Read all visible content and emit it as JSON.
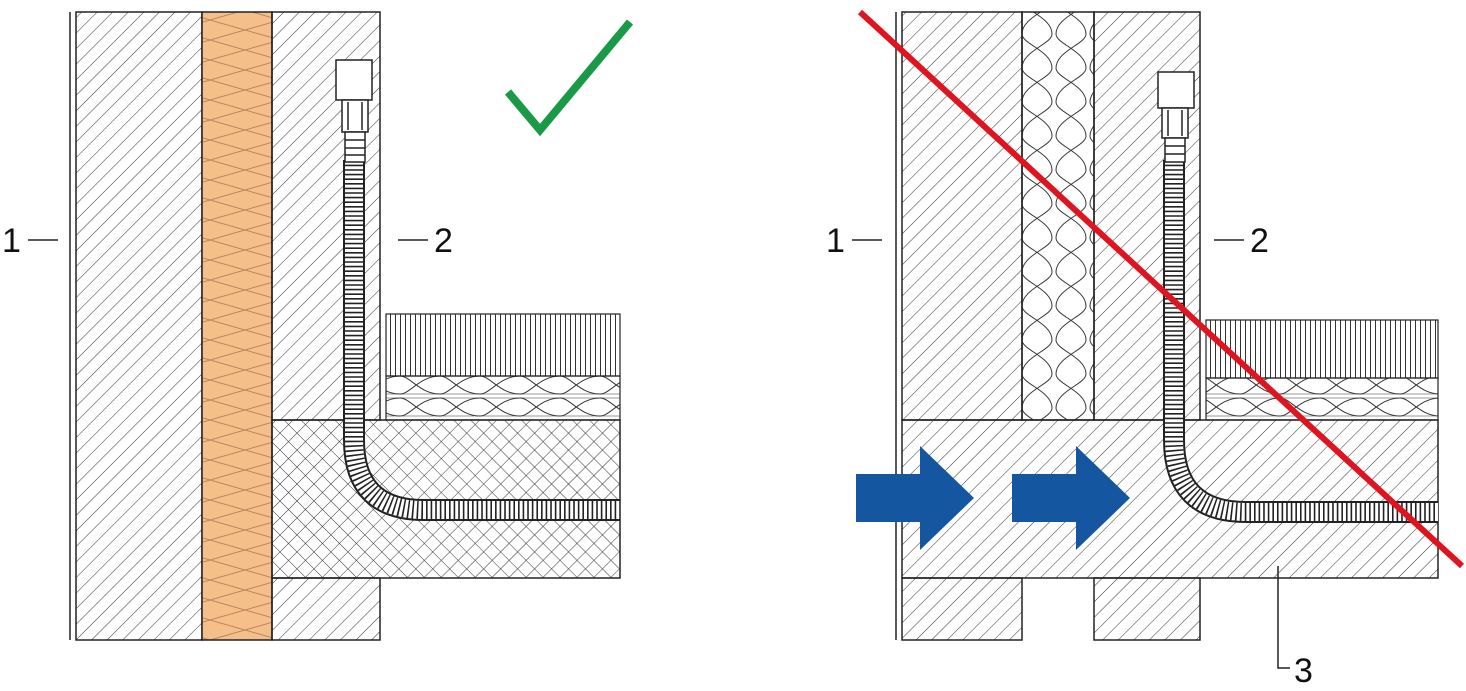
{
  "left_panel": {
    "label_wall": "1",
    "label_conduit": "2",
    "verdict_icon": "check-mark-icon"
  },
  "right_panel": {
    "label_wall": "1",
    "label_conduit": "2",
    "label_slab": "3",
    "verdict_icon": "cross-out-line-icon",
    "flow_icon": "arrow-right-icon"
  },
  "colors": {
    "insulation_fill": "#f5bf8a",
    "check_green": "#1a9a46",
    "cross_red": "#e0141e",
    "arrow_blue": "#1457a0",
    "line": "#222222"
  }
}
